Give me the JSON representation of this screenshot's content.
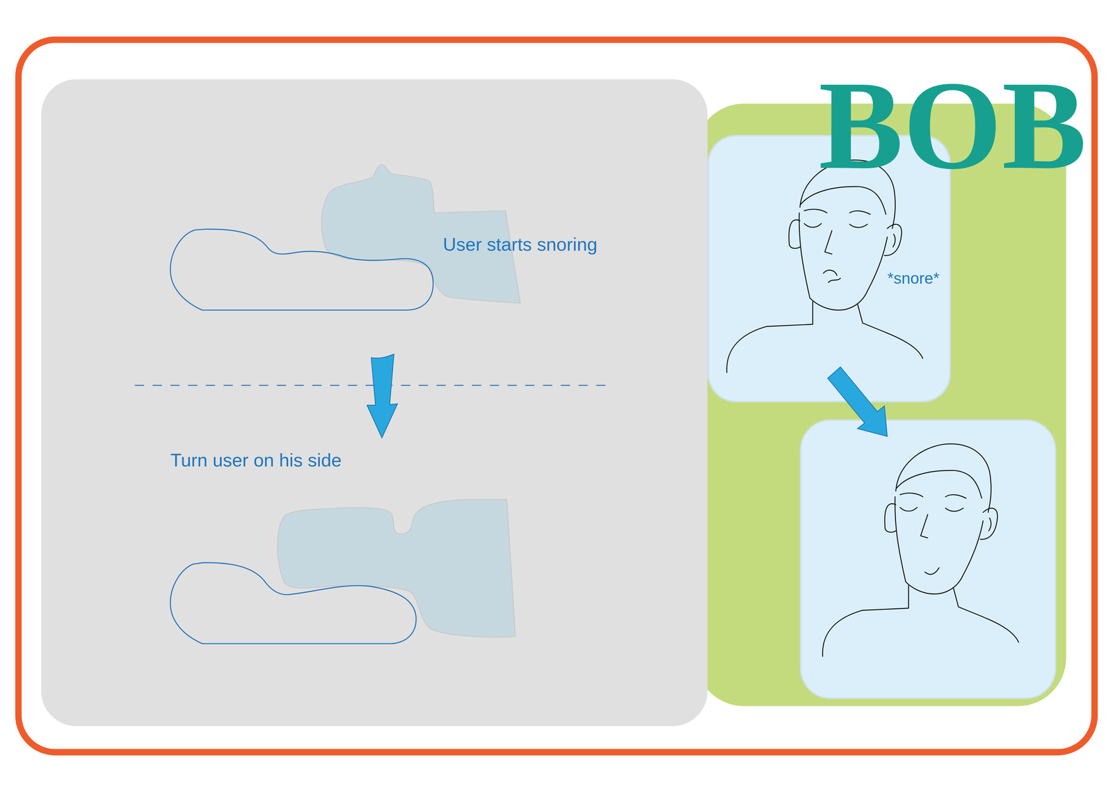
{
  "diagram": {
    "title": "BOB",
    "nodes": [
      {
        "text": [
          "User starts snoring",
          "Turn user on his side"
        ]
      },
      {
        "text": [
          "*snore*"
        ]
      }
    ]
  }
}
